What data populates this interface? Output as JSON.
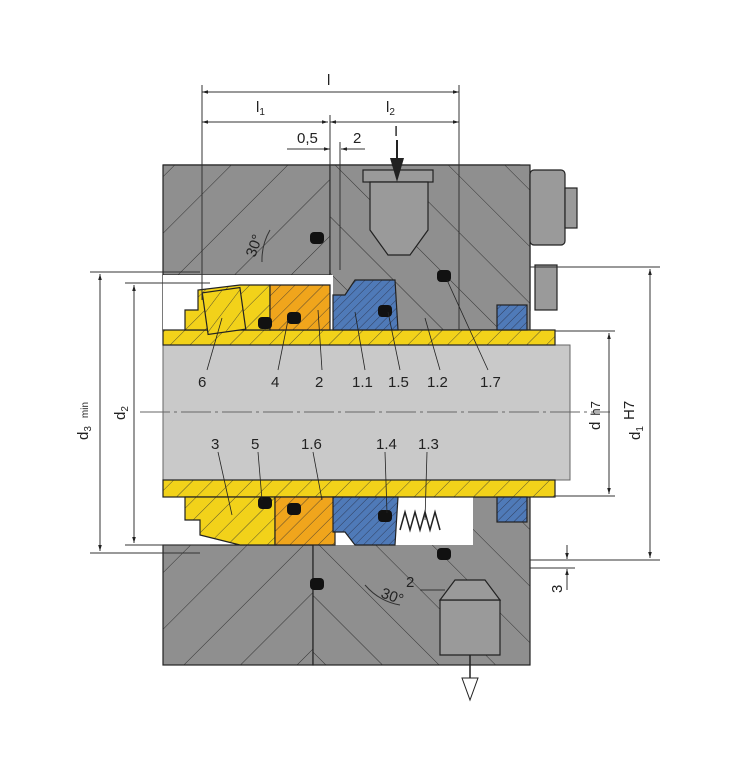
{
  "colors": {
    "housing": "#8f8f8f",
    "shaft": "#c9c9c9",
    "sleeve": "#f2d21a",
    "carbon": "#4f7ab8",
    "orange": "#f0a51c",
    "oring": "#111111"
  },
  "dimensions": {
    "l": "l",
    "l1": "l",
    "l1_sub": "1",
    "l2": "l",
    "l2_sub": "2",
    "gap_05": "0,5",
    "gap_2": "2",
    "flow_in": "I",
    "d3": "d",
    "d3_sub": "3",
    "d3_suffix": "min",
    "d2": "d",
    "d2_sub": "2",
    "d": "d",
    "d_tol": "h7",
    "d1": "d",
    "d1_sub": "1",
    "d1_tol": "H7",
    "offset_3": "3",
    "offset_2": "2",
    "angle_top": "30°",
    "angle_bottom": "30°"
  },
  "parts_top": [
    "6",
    "4",
    "2",
    "1.1",
    "1.5",
    "1.2",
    "1.7"
  ],
  "parts_bottom": [
    "3",
    "5",
    "1.6",
    "1.4",
    "1.3"
  ]
}
